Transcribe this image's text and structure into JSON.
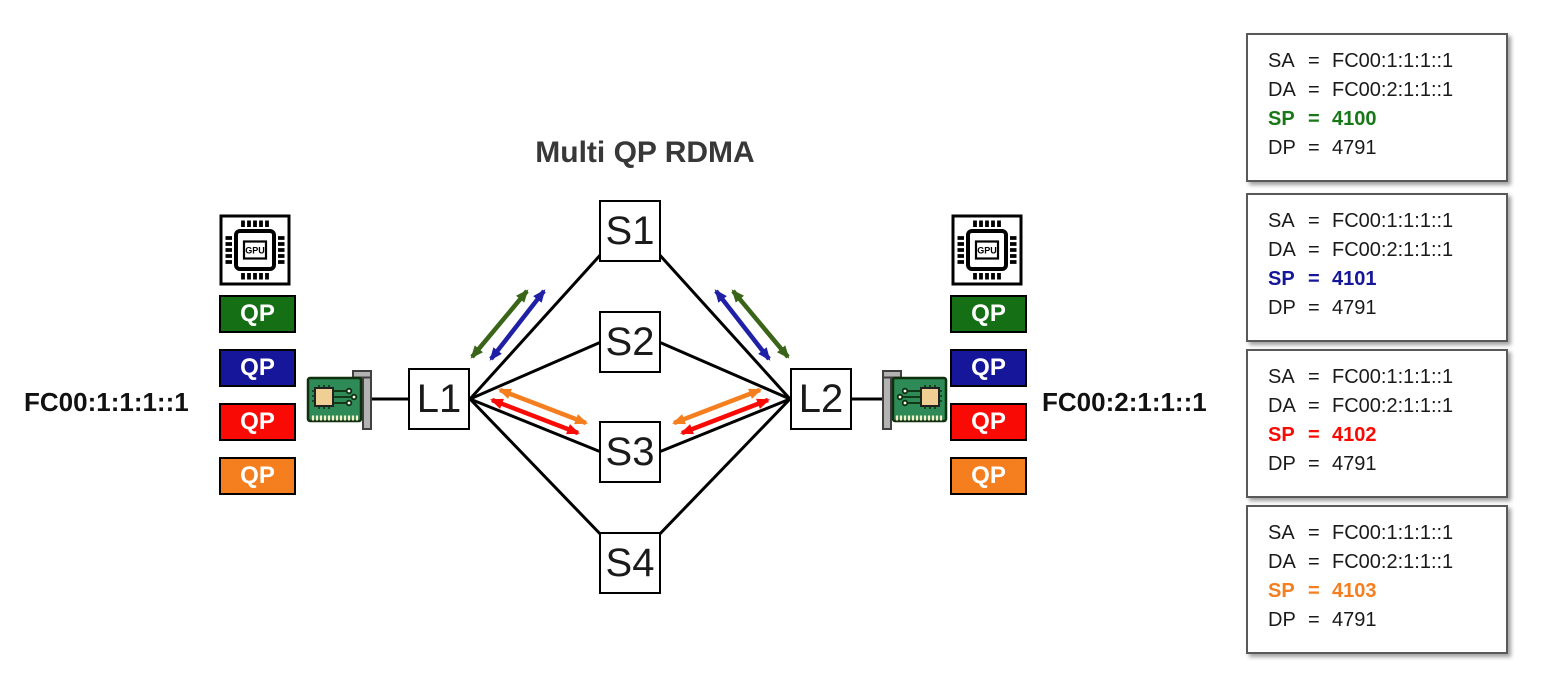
{
  "title": "Multi QP RDMA",
  "colors": {
    "green": "#156f15",
    "blue": "#16169a",
    "red": "#fa0a05",
    "orange": "#f57e1e",
    "arrow_green": "#3a6418",
    "arrow_blue": "#2020a6"
  },
  "left_host": {
    "address": "FC00:1:1:1::1",
    "gpu_label": "GPU",
    "qps": [
      {
        "label": "QP",
        "color": "#156f15"
      },
      {
        "label": "QP",
        "color": "#16169a"
      },
      {
        "label": "QP",
        "color": "#fa0a05"
      },
      {
        "label": "QP",
        "color": "#f57e1e"
      }
    ]
  },
  "right_host": {
    "address": "FC00:2:1:1::1",
    "gpu_label": "GPU",
    "qps": [
      {
        "label": "QP",
        "color": "#156f15"
      },
      {
        "label": "QP",
        "color": "#16169a"
      },
      {
        "label": "QP",
        "color": "#fa0a05"
      },
      {
        "label": "QP",
        "color": "#f57e1e"
      }
    ]
  },
  "switches": {
    "l1": "L1",
    "l2": "L2",
    "spines": [
      "S1",
      "S2",
      "S3",
      "S4"
    ]
  },
  "packet_labels": {
    "sa": "SA",
    "da": "DA",
    "sp": "SP",
    "dp": "DP",
    "eq": "="
  },
  "packets": [
    {
      "sa": "FC00:1:1:1::1",
      "da": "FC00:2:1:1::1",
      "sp": "4100",
      "dp": "4791",
      "sp_color": "#187818"
    },
    {
      "sa": "FC00:1:1:1::1",
      "da": "FC00:2:1:1::1",
      "sp": "4101",
      "dp": "4791",
      "sp_color": "#16169a"
    },
    {
      "sa": "FC00:1:1:1::1",
      "da": "FC00:2:1:1::1",
      "sp": "4102",
      "dp": "4791",
      "sp_color": "#fa0a05"
    },
    {
      "sa": "FC00:1:1:1::1",
      "da": "FC00:2:1:1::1",
      "sp": "4103",
      "dp": "4791",
      "sp_color": "#f57e1e"
    }
  ]
}
